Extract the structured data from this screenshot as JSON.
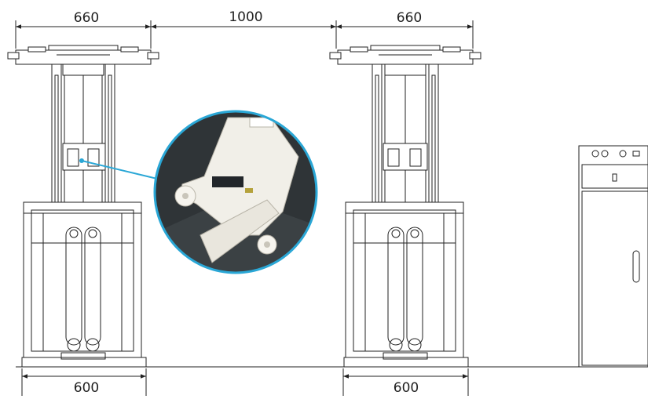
{
  "dimensions": {
    "top_left_width": "660",
    "top_gap": "1000",
    "top_right_width": "660",
    "bottom_left_width": "600",
    "bottom_right_width": "600"
  },
  "colors": {
    "line": "#222222",
    "callout_ring": "#2aa7d6",
    "callout_leader": "#2aa7d6",
    "photo_background": "#2f3437",
    "photo_part": "#f1efe8"
  },
  "icons": {
    "lifting_column_left": "lifting-column-icon",
    "lifting_column_right": "lifting-column-icon",
    "control_cabinet": "control-cabinet-icon",
    "detail_callout": "magnified-detail-icon"
  }
}
